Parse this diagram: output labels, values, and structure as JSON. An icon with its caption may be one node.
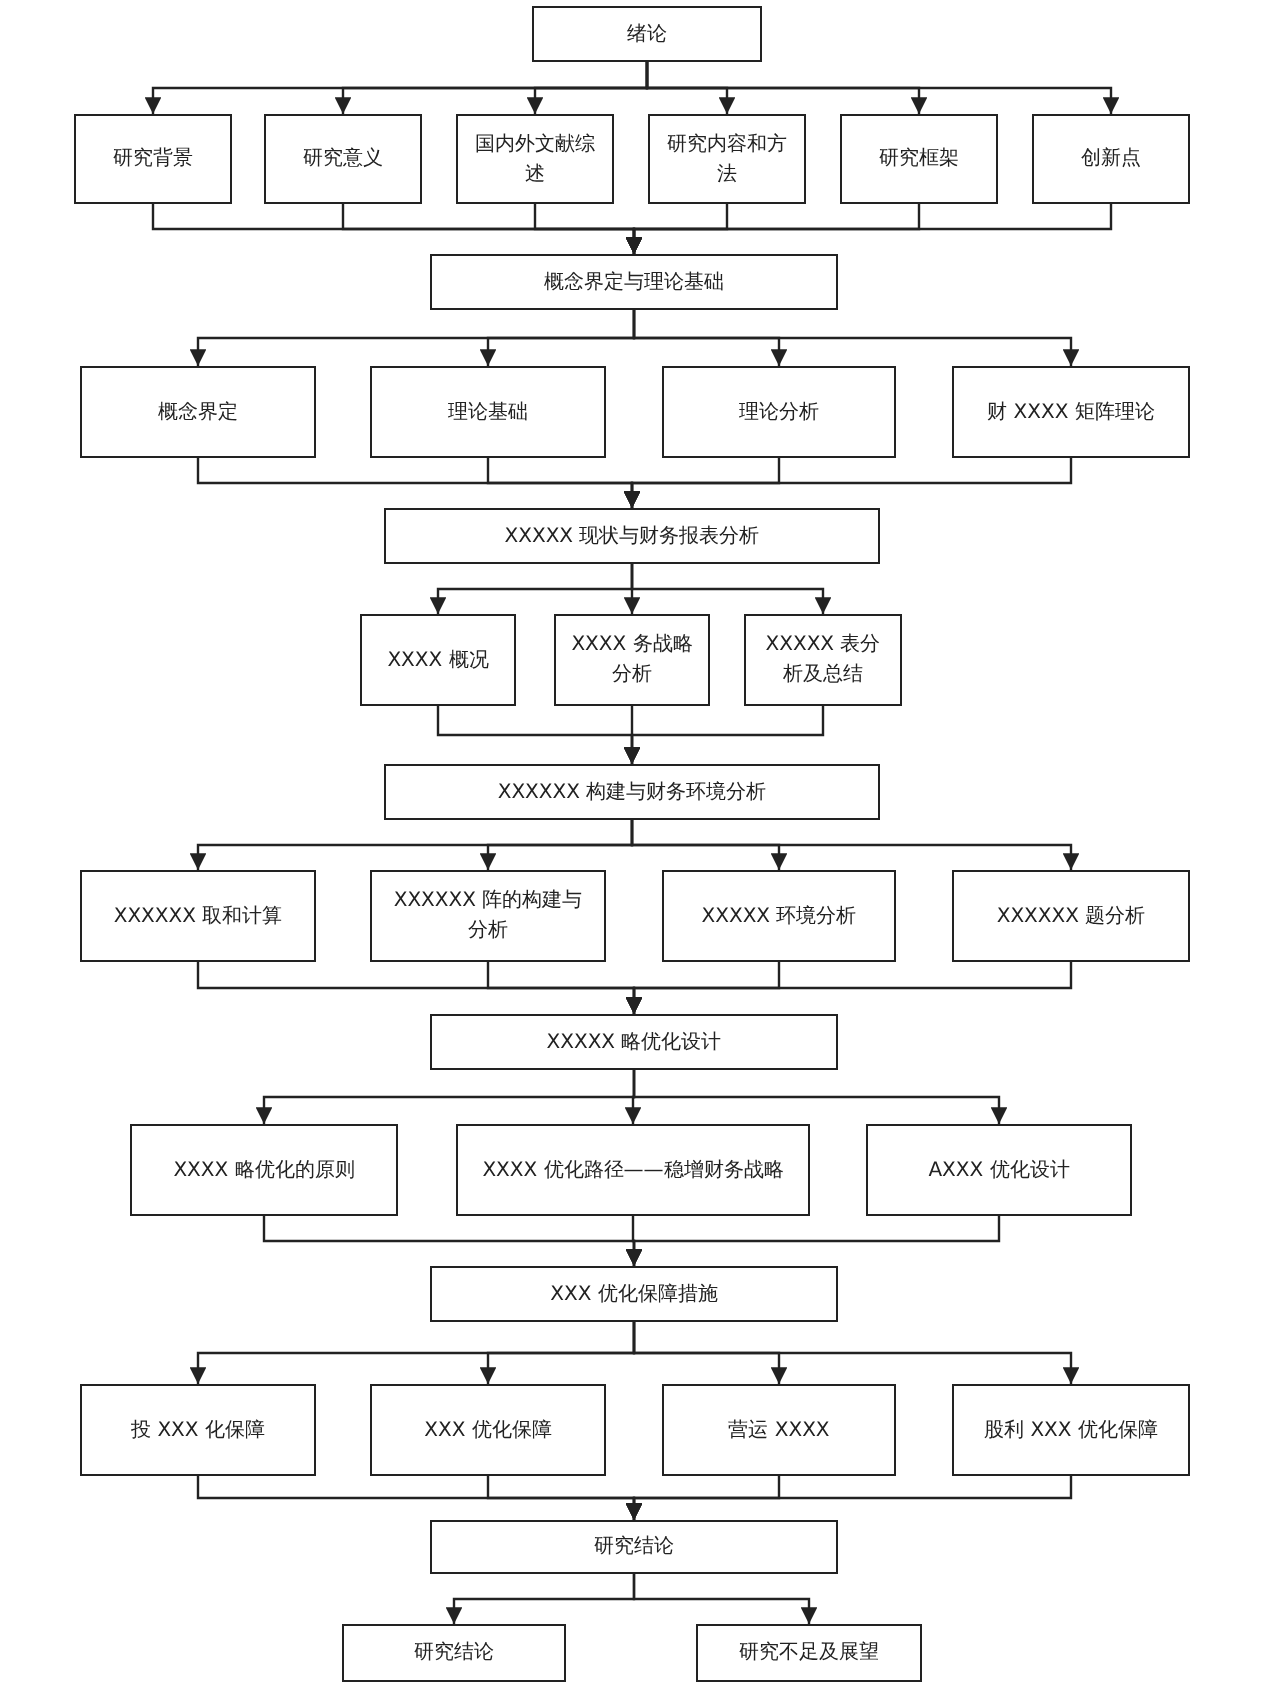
{
  "diagram": {
    "nodes": [
      {
        "text": [
          "绪论"
        ]
      },
      {
        "text": [
          "研究背景"
        ]
      },
      {
        "text": [
          "研究意义"
        ]
      },
      {
        "text": [
          "国内外文献综述"
        ]
      },
      {
        "text": [
          "研究内容和方法"
        ]
      },
      {
        "text": [
          "研究框架"
        ]
      },
      {
        "text": [
          "创新点"
        ]
      },
      {
        "text": [
          "概念界定与理论基础"
        ]
      },
      {
        "text": [
          "概念界定"
        ]
      },
      {
        "text": [
          "理论基础"
        ]
      },
      {
        "text": [
          "理论分析"
        ]
      },
      {
        "text": [
          "财 XXXX 矩阵理论"
        ]
      },
      {
        "text": [
          "XXXXX 现状与财务报表分析"
        ]
      },
      {
        "text": [
          "XXXX 概况"
        ]
      },
      {
        "text": [
          "XXXX 务战略分析"
        ]
      },
      {
        "text": [
          "XXXXX 表分析及总结"
        ]
      },
      {
        "text": [
          "XXXXXX 构建与财务环境分析"
        ]
      },
      {
        "text": [
          "XXXXXX 取和计算"
        ]
      },
      {
        "text": [
          "XXXXXX 阵的构建与分析"
        ]
      },
      {
        "text": [
          "XXXXX 环境分析"
        ]
      },
      {
        "text": [
          "XXXXXX 题分析"
        ]
      },
      {
        "text": [
          "XXXXX 略优化设计"
        ]
      },
      {
        "text": [
          "XXXX 略优化的原则"
        ]
      },
      {
        "text": [
          "XXXX 优化路径——稳增财务战略"
        ]
      },
      {
        "text": [
          "AXXX 优化设计"
        ]
      },
      {
        "text": [
          "XXX 优化保障措施"
        ]
      },
      {
        "text": [
          "投 XXX 化保障"
        ]
      },
      {
        "text": [
          "XXX 优化保障"
        ]
      },
      {
        "text": [
          "营运 XXXX"
        ]
      },
      {
        "text": [
          "股利 XXX 优化保障"
        ]
      },
      {
        "text": [
          "研究结论"
        ]
      },
      {
        "text": [
          "研究结论"
        ]
      },
      {
        "text": [
          "研究不足及展望"
        ]
      }
    ],
    "edges": [
      {
        "from": 0,
        "to": 1,
        "arrow": "to"
      },
      {
        "from": 0,
        "to": 2,
        "arrow": "to"
      },
      {
        "from": 0,
        "to": 3,
        "arrow": "to"
      },
      {
        "from": 0,
        "to": 4,
        "arrow": "to"
      },
      {
        "from": 0,
        "to": 5,
        "arrow": "to"
      },
      {
        "from": 0,
        "to": 6,
        "arrow": "to"
      },
      {
        "from": 1,
        "to": 7,
        "arrow": "to"
      },
      {
        "from": 2,
        "to": 7,
        "arrow": "to"
      },
      {
        "from": 3,
        "to": 7,
        "arrow": "to"
      },
      {
        "from": 4,
        "to": 7,
        "arrow": "to"
      },
      {
        "from": 5,
        "to": 7,
        "arrow": "to"
      },
      {
        "from": 6,
        "to": 7,
        "arrow": "to"
      },
      {
        "from": 7,
        "to": 8,
        "arrow": "to"
      },
      {
        "from": 7,
        "to": 9,
        "arrow": "to"
      },
      {
        "from": 7,
        "to": 10,
        "arrow": "to"
      },
      {
        "from": 7,
        "to": 11,
        "arrow": "to"
      },
      {
        "from": 8,
        "to": 12,
        "arrow": "to"
      },
      {
        "from": 9,
        "to": 12,
        "arrow": "to"
      },
      {
        "from": 10,
        "to": 12,
        "arrow": "to"
      },
      {
        "from": 11,
        "to": 12,
        "arrow": "to"
      },
      {
        "from": 12,
        "to": 13,
        "arrow": "to"
      },
      {
        "from": 12,
        "to": 14,
        "arrow": "to"
      },
      {
        "from": 12,
        "to": 15,
        "arrow": "to"
      },
      {
        "from": 13,
        "to": 16,
        "arrow": "to"
      },
      {
        "from": 14,
        "to": 16,
        "arrow": "to"
      },
      {
        "from": 15,
        "to": 16,
        "arrow": "to"
      },
      {
        "from": 16,
        "to": 17,
        "arrow": "to"
      },
      {
        "from": 16,
        "to": 18,
        "arrow": "to"
      },
      {
        "from": 16,
        "to": 19,
        "arrow": "to"
      },
      {
        "from": 16,
        "to": 20,
        "arrow": "to"
      },
      {
        "from": 17,
        "to": 21,
        "arrow": "to"
      },
      {
        "from": 18,
        "to": 21,
        "arrow": "to"
      },
      {
        "from": 19,
        "to": 21,
        "arrow": "to"
      },
      {
        "from": 20,
        "to": 21,
        "arrow": "to"
      },
      {
        "from": 21,
        "to": 22,
        "arrow": "to"
      },
      {
        "from": 21,
        "to": 23,
        "arrow": "to"
      },
      {
        "from": 21,
        "to": 24,
        "arrow": "to"
      },
      {
        "from": 22,
        "to": 25,
        "arrow": "to"
      },
      {
        "from": 23,
        "to": 25,
        "arrow": "to"
      },
      {
        "from": 24,
        "to": 25,
        "arrow": "to"
      },
      {
        "from": 25,
        "to": 26,
        "arrow": "to"
      },
      {
        "from": 25,
        "to": 27,
        "arrow": "to"
      },
      {
        "from": 25,
        "to": 28,
        "arrow": "to"
      },
      {
        "from": 25,
        "to": 29,
        "arrow": "to"
      },
      {
        "from": 26,
        "to": 30,
        "arrow": "to"
      },
      {
        "from": 27,
        "to": 30,
        "arrow": "to"
      },
      {
        "from": 28,
        "to": 30,
        "arrow": "to"
      },
      {
        "from": 29,
        "to": 30,
        "arrow": "to"
      },
      {
        "from": 30,
        "to": 31,
        "arrow": "to"
      },
      {
        "from": 30,
        "to": 32,
        "arrow": "to"
      }
    ]
  }
}
